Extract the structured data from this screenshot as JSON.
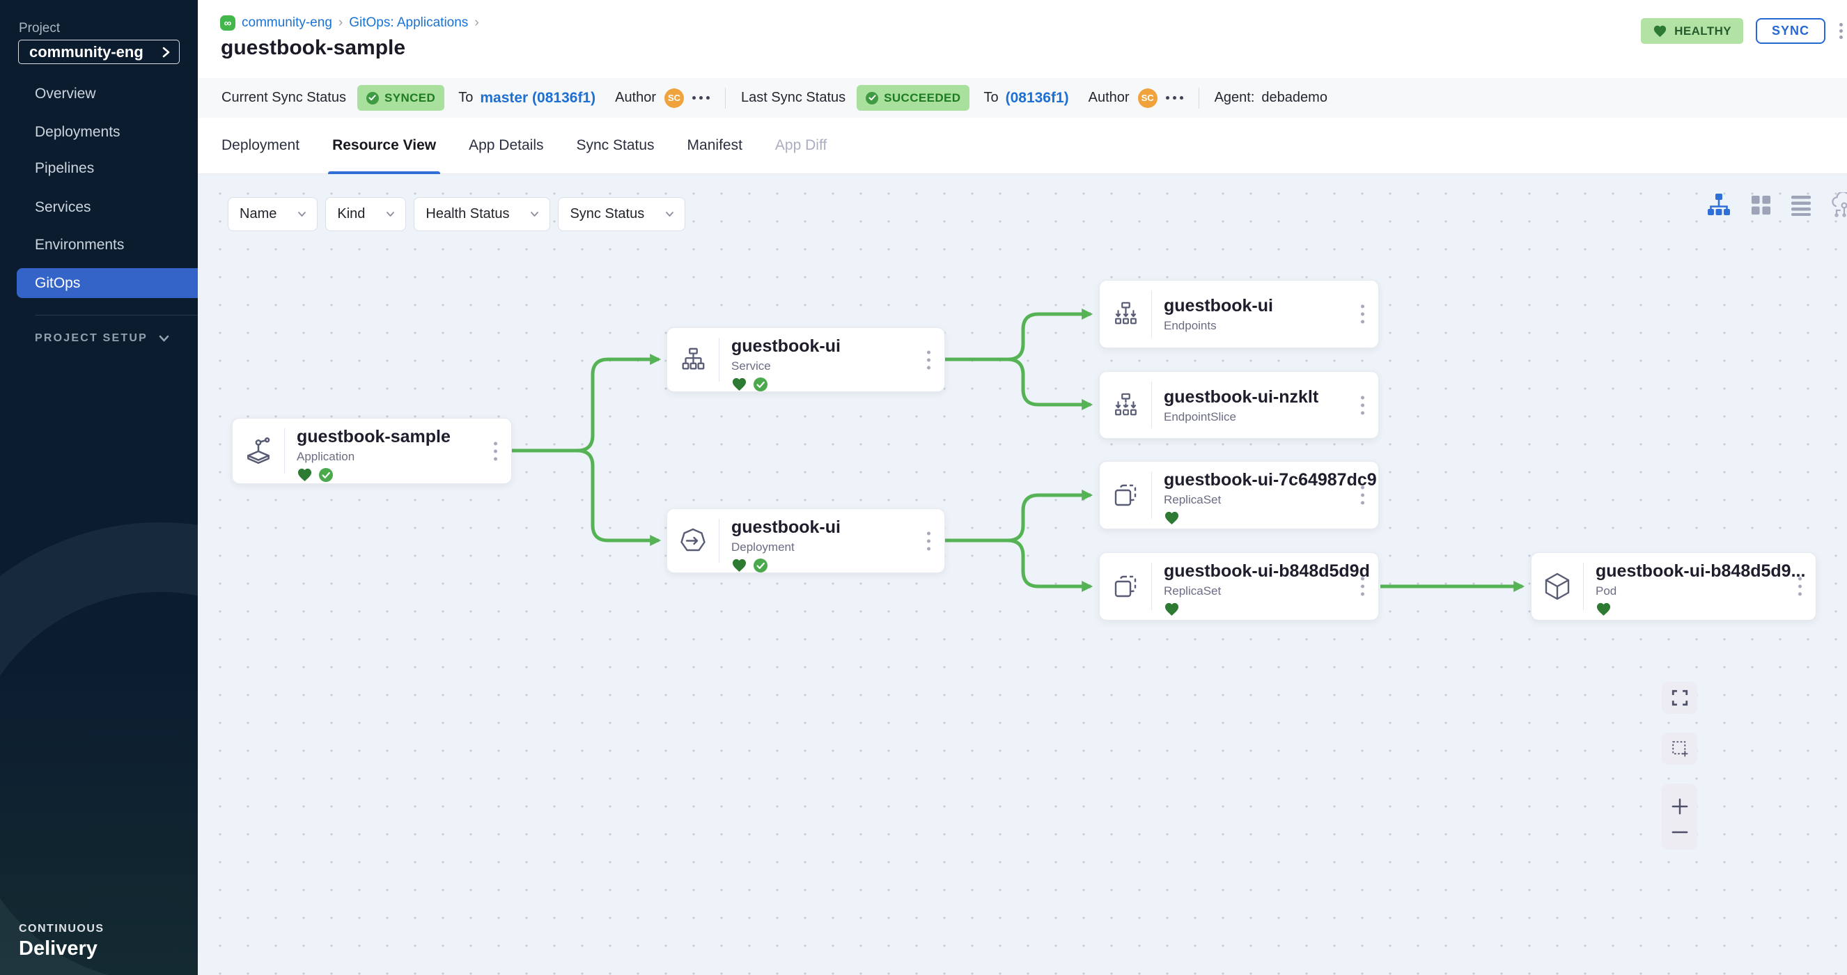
{
  "sidebar": {
    "project_label": "Project",
    "project_value": "community-eng",
    "items": [
      {
        "label": "Overview"
      },
      {
        "label": "Deployments"
      },
      {
        "label": "Pipelines"
      },
      {
        "label": "Services"
      },
      {
        "label": "Environments"
      },
      {
        "label": "GitOps",
        "active": true
      }
    ],
    "project_setup_label": "PROJECT SETUP",
    "footer_line1": "CONTINUOUS",
    "footer_line2": "Delivery"
  },
  "header": {
    "breadcrumb": {
      "crumb1": "community-eng",
      "crumb2": "GitOps: Applications",
      "separator": "›"
    },
    "title": "guestbook-sample",
    "health_badge": "HEALTHY",
    "sync_button": "SYNC"
  },
  "status_bar": {
    "current_label": "Current Sync Status",
    "current_badge": "SYNCED",
    "to_label": "To",
    "current_revision": "master (08136f1)",
    "author_label": "Author",
    "author_initials": "SC",
    "last_label": "Last Sync Status",
    "last_badge": "SUCCEEDED",
    "to_label2": "To",
    "last_revision": "(08136f1)",
    "author_label2": "Author",
    "author_initials2": "SC",
    "agent_label": "Agent:",
    "agent_value": "debademo"
  },
  "tabs": [
    {
      "label": "Deployment"
    },
    {
      "label": "Resource View",
      "active": true
    },
    {
      "label": "App Details"
    },
    {
      "label": "Sync Status"
    },
    {
      "label": "Manifest"
    },
    {
      "label": "App Diff",
      "disabled": true
    }
  ],
  "filters": [
    {
      "label": "Name"
    },
    {
      "label": "Kind"
    },
    {
      "label": "Health Status"
    },
    {
      "label": "Sync Status"
    }
  ],
  "graph": {
    "nodes": [
      {
        "title": "guestbook-sample",
        "kind": "Application",
        "healthy": true,
        "synced": true
      },
      {
        "title": "guestbook-ui",
        "kind": "Service",
        "healthy": true,
        "synced": true
      },
      {
        "title": "guestbook-ui",
        "kind": "Deployment",
        "healthy": true,
        "synced": true
      },
      {
        "title": "guestbook-ui",
        "kind": "Endpoints",
        "healthy": false,
        "synced": false
      },
      {
        "title": "guestbook-ui-nzklt",
        "kind": "EndpointSlice",
        "healthy": false,
        "synced": false
      },
      {
        "title": "guestbook-ui-7c64987dc9",
        "kind": "ReplicaSet",
        "healthy": true,
        "synced": false
      },
      {
        "title": "guestbook-ui-b848d5d9d",
        "kind": "ReplicaSet",
        "healthy": true,
        "synced": false
      },
      {
        "title": "guestbook-ui-b848d5d9...",
        "kind": "Pod",
        "healthy": true,
        "synced": false
      }
    ]
  },
  "colors": {
    "sidebar_active": "#3564c9",
    "primary_blue": "#2f6fd7",
    "link_blue": "#1a73d4",
    "edge_green": "#55b355",
    "healthy_heart_green": "#2d7a33",
    "synced_check_green": "#4aa84d",
    "badge_bg_green": "#a9e09d",
    "avatar_orange": "#f0a33c"
  }
}
